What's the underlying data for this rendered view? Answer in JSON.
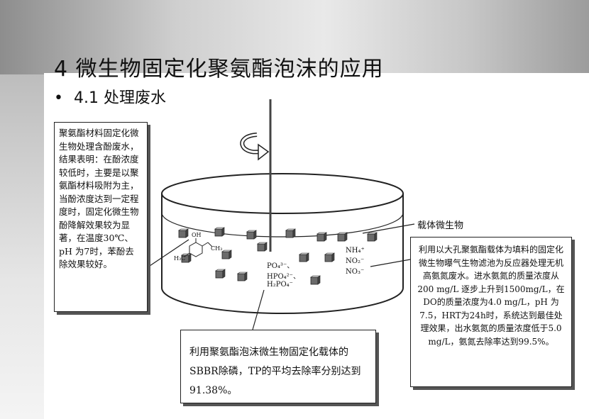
{
  "title": "4 微生物固定化聚氨酯泡沫的应用",
  "subtitle": {
    "bullet": "•",
    "text": "4.1 处理废水"
  },
  "notes": {
    "phenol": "聚氨酯材料固定化微生物处理含酚废水，结果表明：在酚浓度较低时，主要是以聚氨酯材料吸附为主，当酚浓度达到一定程度时，固定化微生物酚降解效果较为显著，在温度30℃、pH 为7时，苯酚去除效果较好。",
    "ammonia": "利用以大孔聚氨酯载体为填料的固定化微生物曝气生物滤池为反应器处理无机高氨氮废水。进水氨氮的质量浓度从200 mg/L 逐步上升到1500mg/L，在DO的质量浓度为4.0 mg/L，pH 为7.5，HRT为24h时，系统达到最佳处理效果，出水氨氮的质量浓度低于5.0 mg/L，氨氮去除率达到99.5%。",
    "sbbr": "利用聚氨酯泡沫微生物固定化载体的SBBR除磷，TP的平均去除率分别达到91.38%。"
  },
  "carrier_label": "载体微生物",
  "chemicals": {
    "phosphates": [
      "PO₄³⁻、",
      "HPO₄²⁻、",
      "H₂PO₄⁻"
    ],
    "nitrogen": [
      "NH₄⁺",
      "NO₂⁻",
      "NO₃⁻"
    ],
    "phenol_groups": [
      "OH",
      "CH₃",
      "H₃C"
    ]
  },
  "colors": {
    "frame_dark": "#222222",
    "cube_fill": "#6b6b6b",
    "cube_top": "#cfcfcf",
    "background_gray": "#bdbdbd"
  }
}
